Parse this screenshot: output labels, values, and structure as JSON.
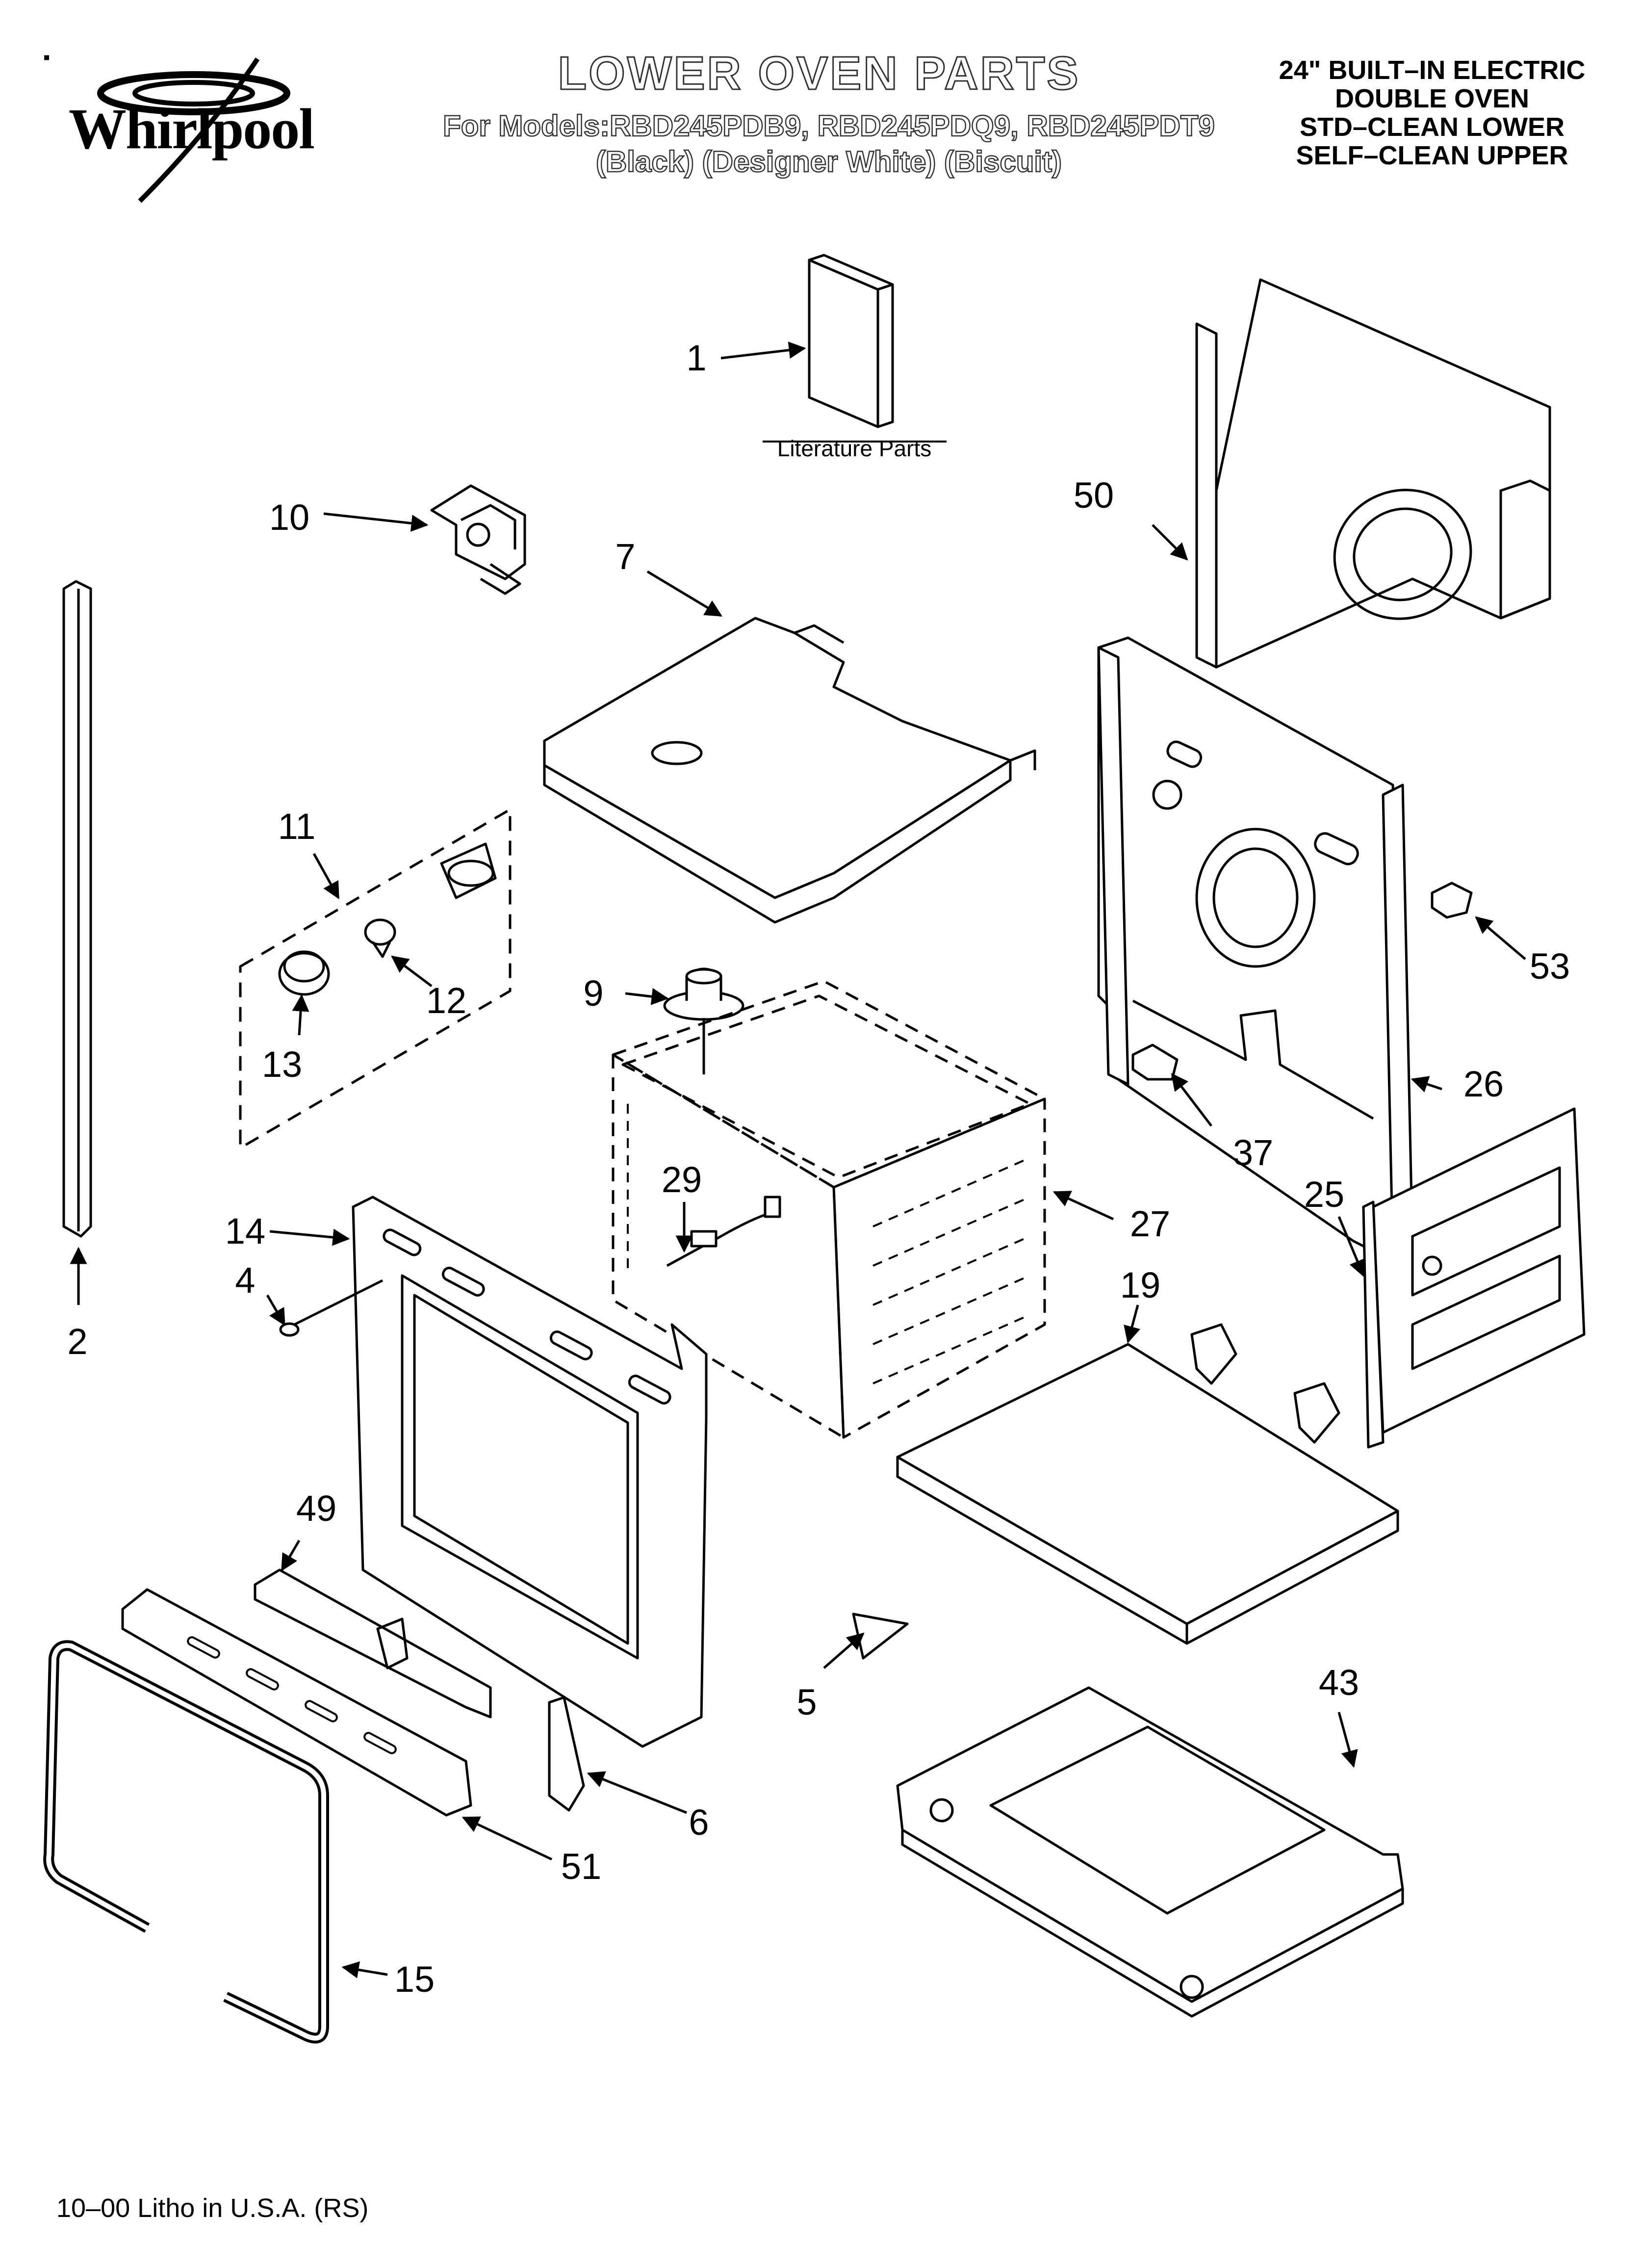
{
  "header": {
    "brand": "Whirlpool",
    "title": "LOWER OVEN PARTS",
    "models_line": "For Models:RBD245PDB9, RBD245PDQ9, RBD245PDT9",
    "finish_line": "(Black)      (Designer White)  (Biscuit)",
    "spec": [
      "24\" BUILT–IN ELECTRIC",
      "DOUBLE OVEN",
      "STD–CLEAN LOWER",
      "SELF–CLEAN UPPER"
    ]
  },
  "diagram": {
    "literature_label": "Literature Parts",
    "callouts": {
      "c1": "1",
      "c2": "2",
      "c4": "4",
      "c5": "5",
      "c6": "6",
      "c7": "7",
      "c9": "9",
      "c10": "10",
      "c11": "11",
      "c12": "12",
      "c13": "13",
      "c14": "14",
      "c15": "15",
      "c19": "19",
      "c25": "25",
      "c26": "26",
      "c27": "27",
      "c29": "29",
      "c37": "37",
      "c43": "43",
      "c49": "49",
      "c50": "50",
      "c51": "51",
      "c53": "53"
    }
  },
  "footer": {
    "text": "10–00 Litho in U.S.A. (RS)"
  }
}
